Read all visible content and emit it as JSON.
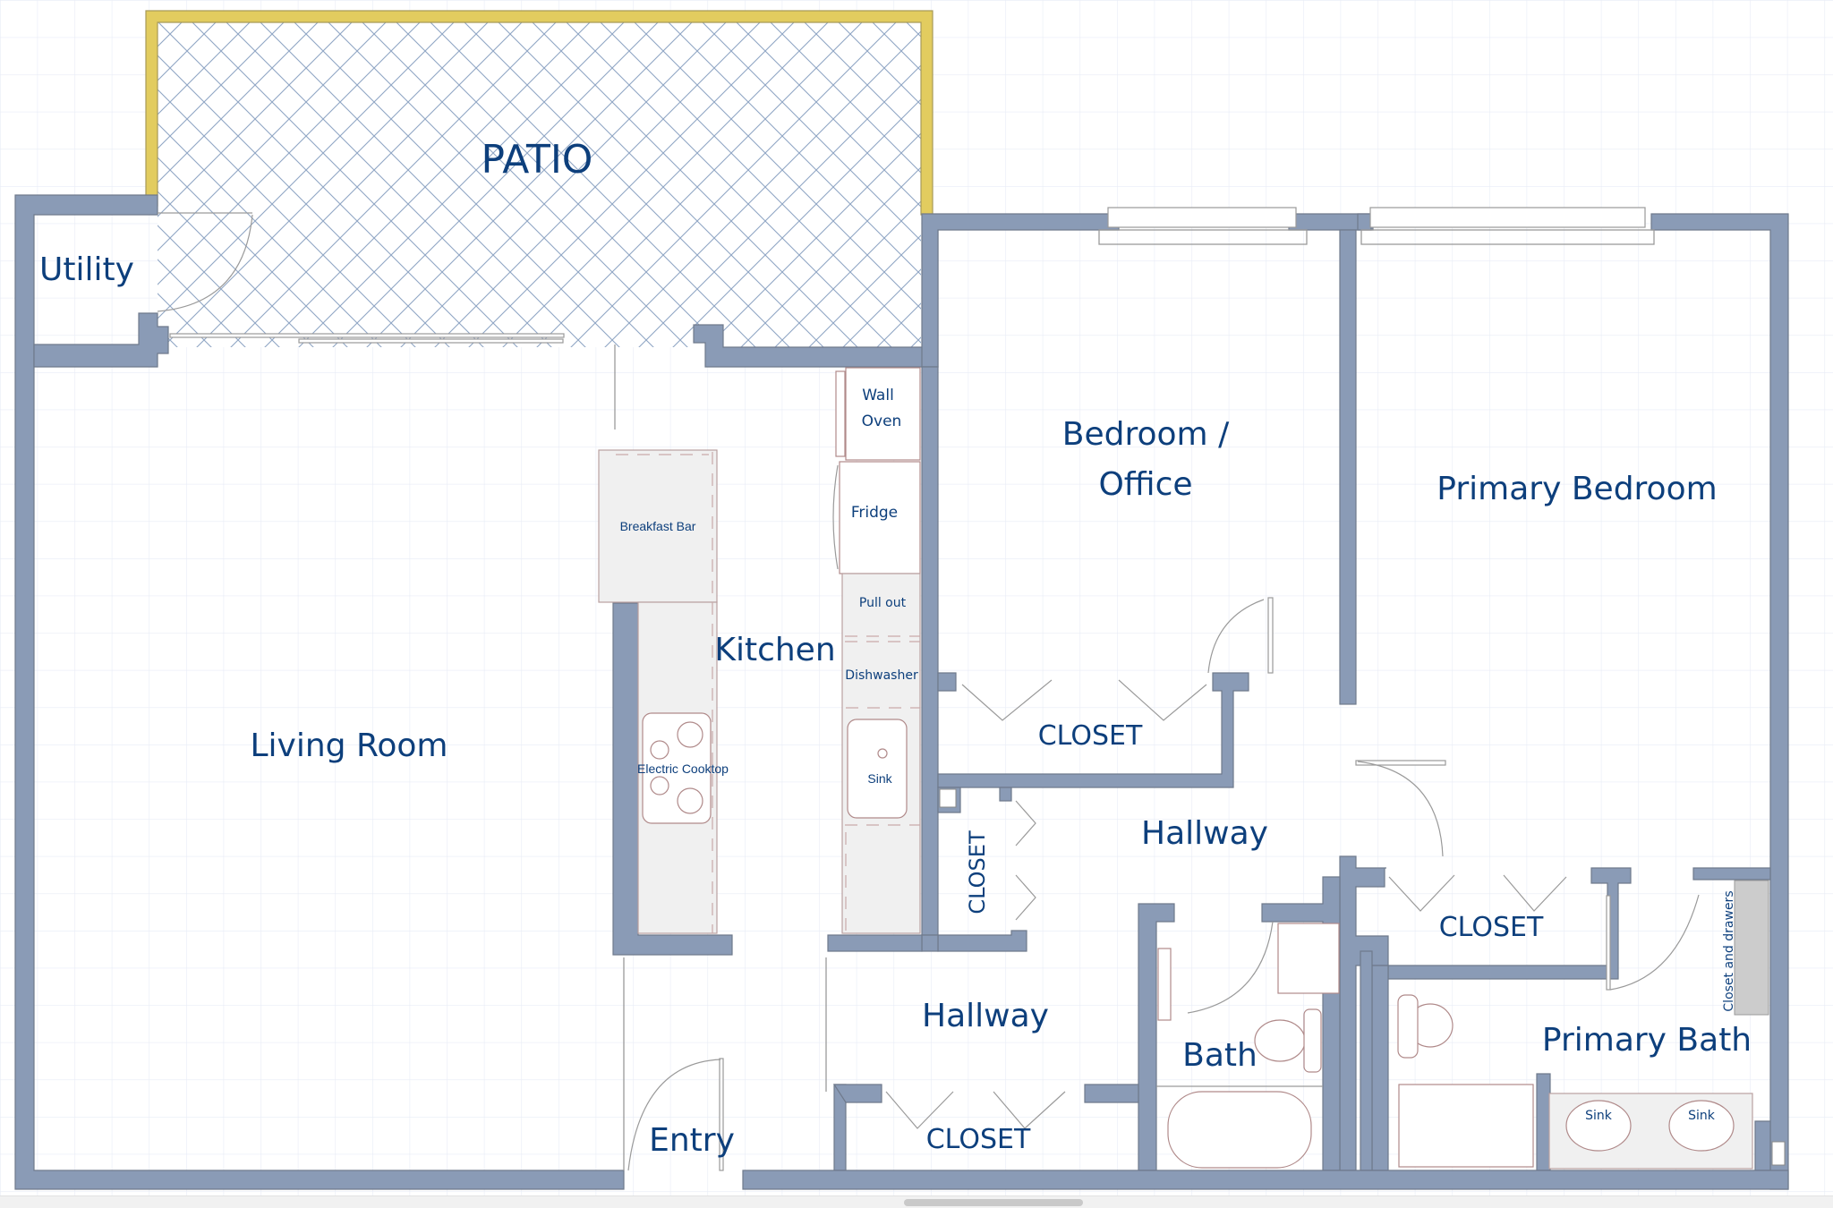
{
  "plan": {
    "colors": {
      "wall": "#8a9bb6",
      "patio_wall": "#e2cc5f",
      "label": "#0d3f7c",
      "grid": "#e8ecf6",
      "patio_hatch": "#8fa5c4",
      "counter": "#f0f0f0",
      "built_in": "#cccccc"
    },
    "rooms": {
      "patio": "PATIO",
      "utility": "Utility",
      "living_room": "Living Room",
      "kitchen": "Kitchen",
      "bedroom_office_line1": "Bedroom /",
      "bedroom_office_line2": "Office",
      "primary_bedroom": "Primary Bedroom",
      "hallway_upper": "Hallway",
      "hallway_lower": "Hallway",
      "entry": "Entry",
      "bath": "Bath",
      "primary_bath": "Primary Bath"
    },
    "closets": {
      "office_closet": "CLOSET",
      "linen_closet": "CLOSET",
      "primary_closet": "CLOSET",
      "entry_closet": "CLOSET"
    },
    "fixtures": {
      "wall_oven_line1": "Wall",
      "wall_oven_line2": "Oven",
      "fridge": "Fridge",
      "pull_out": "Pull out",
      "dishwasher": "Dishwasher",
      "sink": "Sink",
      "breakfast_bar": "Breakfast Bar",
      "electric_cooktop": "Electric Cooktop",
      "closet_and_drawers": "Closet and drawers",
      "vanity_sink_left": "Sink",
      "vanity_sink_right": "Sink"
    }
  }
}
